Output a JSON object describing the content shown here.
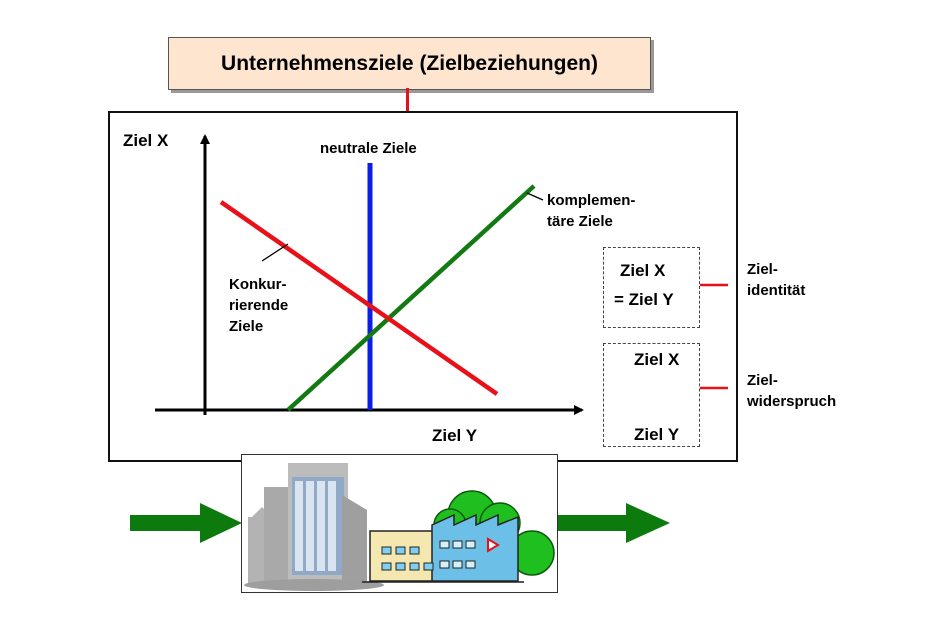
{
  "title": "Unternehmensziele (Zielbeziehungen)",
  "axes": {
    "y_label": "Ziel X",
    "x_label": "Ziel Y"
  },
  "lines": {
    "neutral": {
      "label": "neutrale Ziele",
      "color": "#0a1ee6"
    },
    "complementary": {
      "label_line1": "komplemen-",
      "label_line2": "täre Ziele",
      "color": "#137a13"
    },
    "competing": {
      "label_line1": "Konkur-",
      "label_line2": "rierende",
      "label_line3": "Ziele",
      "color": "#e8111a"
    }
  },
  "identity": {
    "line1": "Ziel X",
    "line2": "= Ziel Y",
    "caption_line1": "Ziel-",
    "caption_line2": "identität"
  },
  "contradiction": {
    "top": "Ziel X",
    "bottom": "Ziel Y",
    "caption_line1": "Ziel-",
    "caption_line2": "widerspruch"
  },
  "colors": {
    "title_bg": "#fde5cf",
    "accent_red": "#e8111a",
    "arrow_green": "#0c7a0c",
    "building_gray": "#a9a9a9",
    "factory_blue": "#6cc0e8",
    "tree_green": "#1fbf1f"
  },
  "icons": [
    "office-building-icon",
    "factory-icon",
    "tree-icon",
    "flow-arrow-icon",
    "double-arrow-icon"
  ]
}
